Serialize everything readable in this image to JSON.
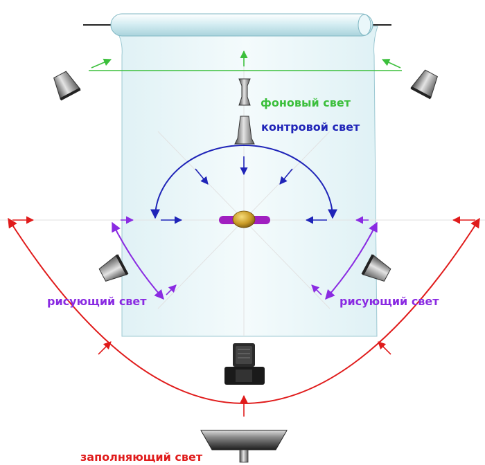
{
  "labels": {
    "background_light": "фоновый свет",
    "back_light": "контровой свет",
    "key_light_left": "рисующий свет",
    "key_light_right": "рисующий свет",
    "fill_light": "заполняющий свет"
  },
  "colors": {
    "background_light": "#3cbf3c",
    "back_light": "#1f24b8",
    "key_light": "#8a2be2",
    "fill_light": "#e01b1b",
    "backdrop": "#e8f6f8",
    "lamp_metal": "#8e8e8e",
    "subject_body": "#a020c0",
    "subject_head": "#c89a1e"
  },
  "icons": {
    "camera": "camera-icon",
    "subject": "subject-top-view-icon",
    "softbox": "softbox-icon",
    "lamp": "spotlight-icon"
  }
}
